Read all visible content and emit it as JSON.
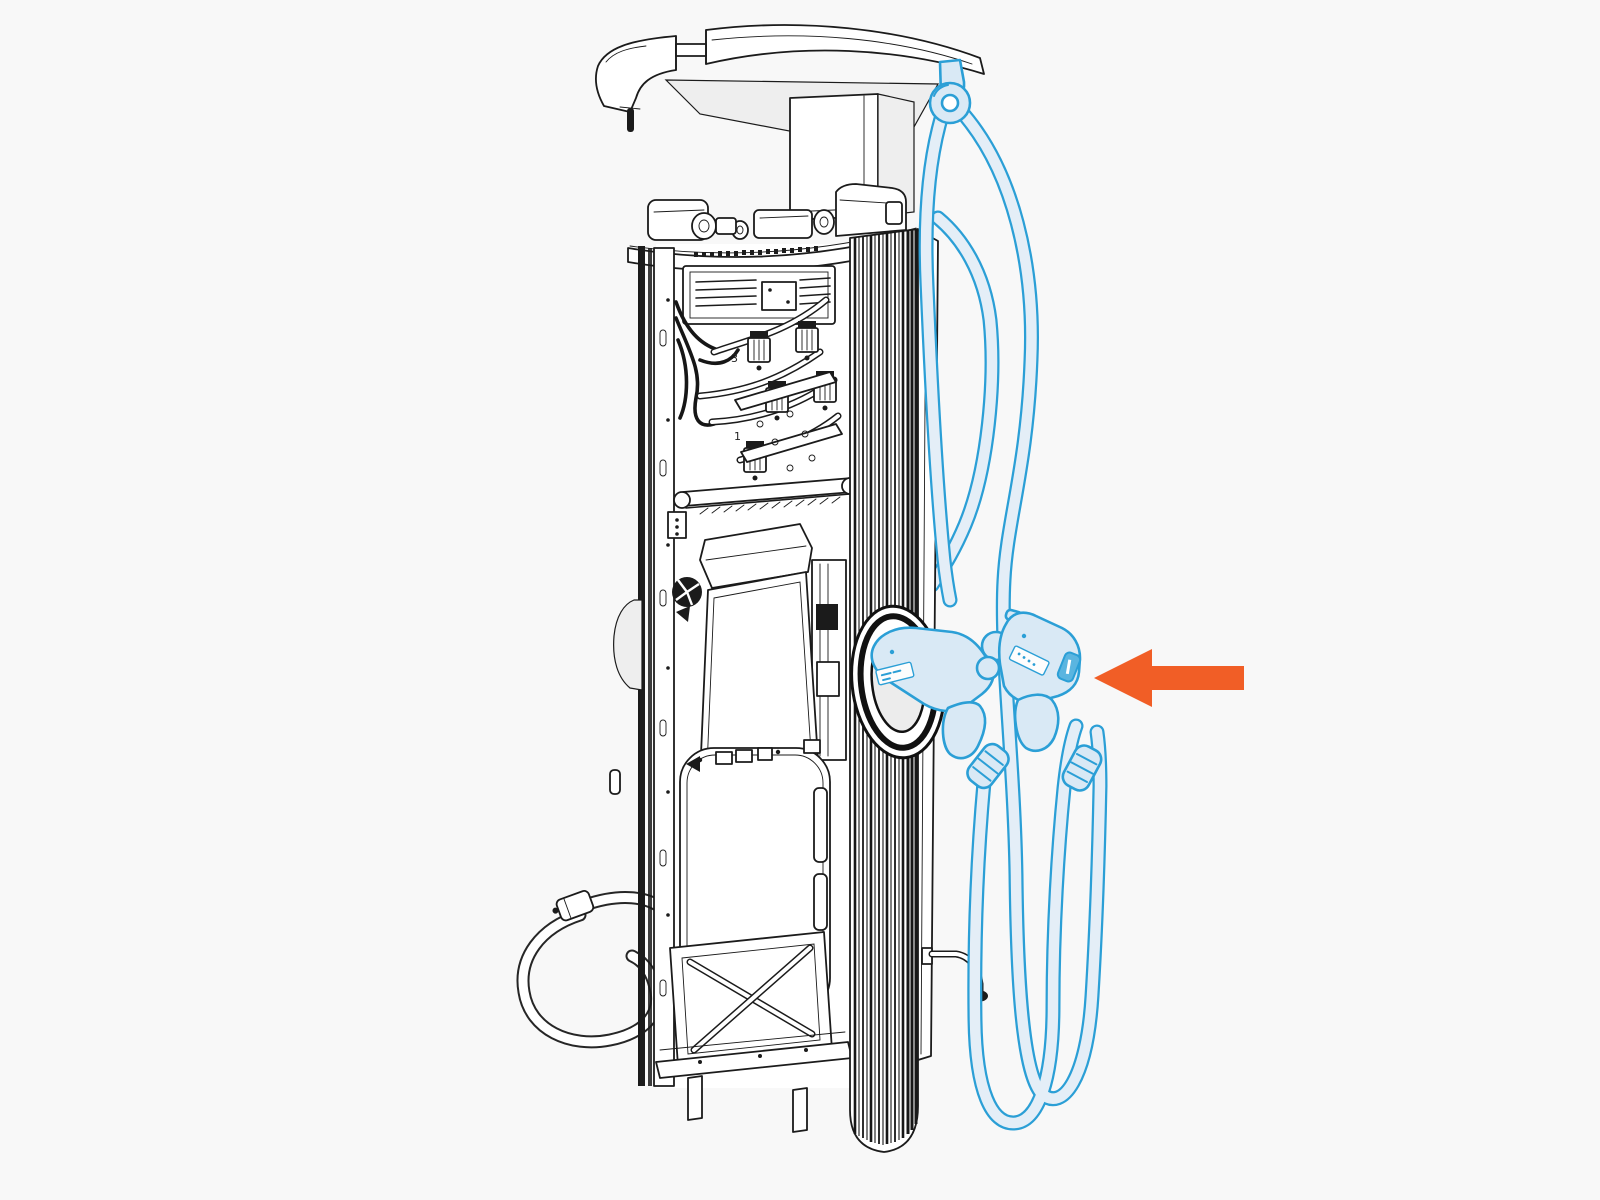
{
  "page": {
    "background_color": "#f8f8f8"
  },
  "illustration": {
    "colors": {
      "page_bg": "#f8f8f8",
      "line": "#1b1b1b",
      "shade": "#eeeeee",
      "cable_stroke": "#2b9fd6",
      "cable_fill": "#e4eef7",
      "connector_fill": "#d9e9f5",
      "latch_fill": "#5ab5e0",
      "arrow_color": "#f15e26"
    },
    "part_labels": {
      "upper": "3",
      "lower": "1"
    },
    "arrow": {
      "direction": "left"
    }
  }
}
